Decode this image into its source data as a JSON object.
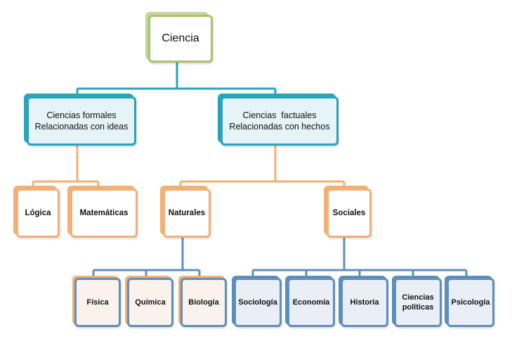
{
  "root": {
    "label": "Ciencia"
  },
  "formales": {
    "line1": "Ciencias formales",
    "line2": "Relacionadas con ideas"
  },
  "factuales": {
    "line1": "Ciencias  factuales",
    "line2": "Relacionadas con hechos"
  },
  "formales_children": [
    "Lógica",
    "Matemáticas"
  ],
  "factuales_children": [
    "Naturales",
    "Sociales"
  ],
  "naturales_children": [
    "Física",
    "Química",
    "Biología"
  ],
  "sociales_children": [
    "Sociología",
    "Economía",
    "Historia",
    "Ciencias políticas",
    "Psicología"
  ],
  "colors": {
    "root_border": "#a8c46e",
    "teal": "#2aa3bd",
    "orange": "#f2b173",
    "blue": "#5d8fbe"
  }
}
